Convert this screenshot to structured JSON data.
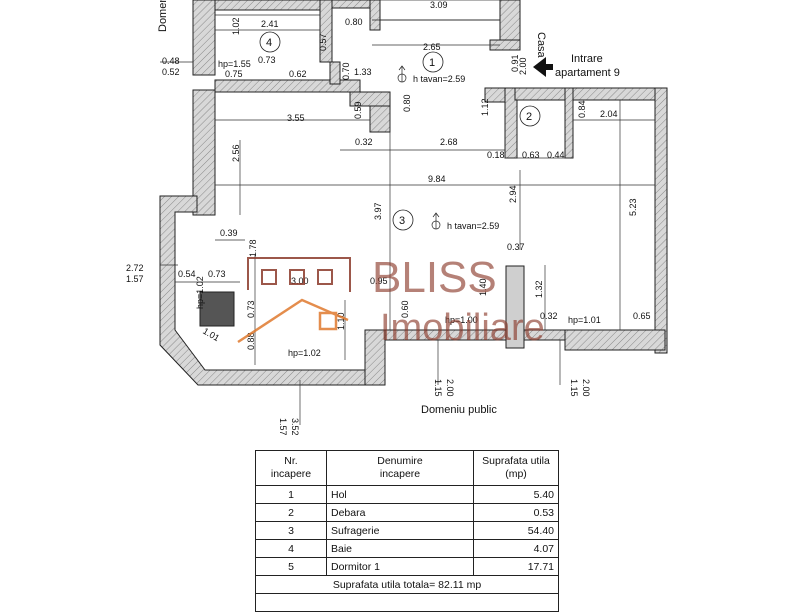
{
  "labels": {
    "domeniu_top": "Domeniu",
    "casa": "Casa",
    "intrare": "Intrare",
    "apartament": "apartament 9",
    "domeniu_public": "Domeniu public",
    "h_tavan_1": "h tavan=2.59",
    "h_tavan_3": "h tavan=2.59"
  },
  "rooms": {
    "r1": "1",
    "r2": "2",
    "r3": "3",
    "r4": "4"
  },
  "dims": {
    "d309": "3.09",
    "d080": "0.80",
    "d241": "2.41",
    "d102a": "1.02",
    "d057": "0.57",
    "d265": "2.65",
    "d091": "0.91",
    "d200a": "2.00",
    "d048": "0.48",
    "d052": "0.52",
    "hp155": "hp=1.55",
    "d073a": "0.73",
    "d075": "0.75",
    "d062": "0.62",
    "d070": "0.70",
    "d133": "1.33",
    "d080b": "0.80",
    "d059": "0.59",
    "d112": "1.12",
    "d084": "0.84",
    "d204": "2.04",
    "d355": "3.55",
    "d032a": "0.32",
    "d268": "2.68",
    "d018": "0.18",
    "d063": "0.63",
    "d044": "0.44",
    "d256": "2.56",
    "d984": "9.84",
    "d294": "2.94",
    "d523": "5.23",
    "d039": "0.39",
    "d397": "3.97",
    "d178": "1.78",
    "d037": "0.37",
    "d272": "2.72",
    "d157a": "1.57",
    "d054": "0.54",
    "d073b": "0.73",
    "d300": "3.00",
    "d095": "0.95",
    "hp102a": "hp=1.02",
    "d073c": "0.73",
    "d132": "1.32",
    "d101": "1.01",
    "d110": "1.10",
    "d060": "0.60",
    "hp100": "hp=1.00",
    "d032b": "0.32",
    "hp101": "hp=1.01",
    "d065": "0.65",
    "d088": "0.88",
    "hp102b": "hp=1.02",
    "d200b": "2.00",
    "d115a": "1.15",
    "d200c": "2.00",
    "d115b": "1.15",
    "d352": "3.52",
    "d157b": "1.57",
    "d140": "1.40"
  },
  "watermark": {
    "brand_top": "BLISS",
    "brand_bottom": "Imobiliare",
    "color": "#8b3a2b",
    "accent": "#e07a2e"
  },
  "table": {
    "headers": [
      "Nr.\nincapere",
      "Denumire\nincapere",
      "Suprafata utila\n(mp)"
    ],
    "rows": [
      {
        "nr": "1",
        "name": "Hol",
        "area": "5.40"
      },
      {
        "nr": "2",
        "name": "Debara",
        "area": "0.53"
      },
      {
        "nr": "3",
        "name": "Sufragerie",
        "area": "54.40"
      },
      {
        "nr": "4",
        "name": "Baie",
        "area": "4.07"
      },
      {
        "nr": "5",
        "name": "Dormitor 1",
        "area": "17.71"
      }
    ],
    "total": "Suprafata utila totala= 82.11 mp"
  }
}
